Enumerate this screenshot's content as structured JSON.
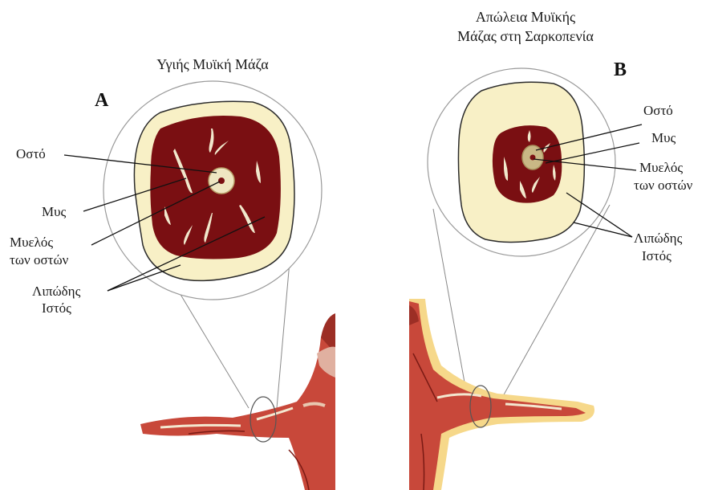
{
  "panel_a": {
    "letter": "A",
    "title": "Υγιής Μυϊκή Μάζα",
    "labels": {
      "bone": "Οστό",
      "muscle": "Μυς",
      "marrow_line1": "Μυελός",
      "marrow_line2": "των οστών",
      "fat_line1": "Λιπώδης",
      "fat_line2": "Ιστός"
    }
  },
  "panel_b": {
    "letter": "B",
    "title_line1": "Απώλεια Μυϊκής",
    "title_line2": "Μάζας στη Σαρκοπενία",
    "labels": {
      "bone": "Οστό",
      "muscle": "Μυς",
      "marrow_line1": "Μυελός",
      "marrow_line2": "των οστών",
      "fat_line1": "Λιπώδης",
      "fat_line2": "Ιστός"
    }
  },
  "colors": {
    "muscle": "#7a0f12",
    "fat": "#f8f0c6",
    "bone_cortex": "#efe6c2",
    "marrow": "#b9a675",
    "skin_muscle": "#c8483a",
    "fat_layer": "#f6d88a"
  }
}
